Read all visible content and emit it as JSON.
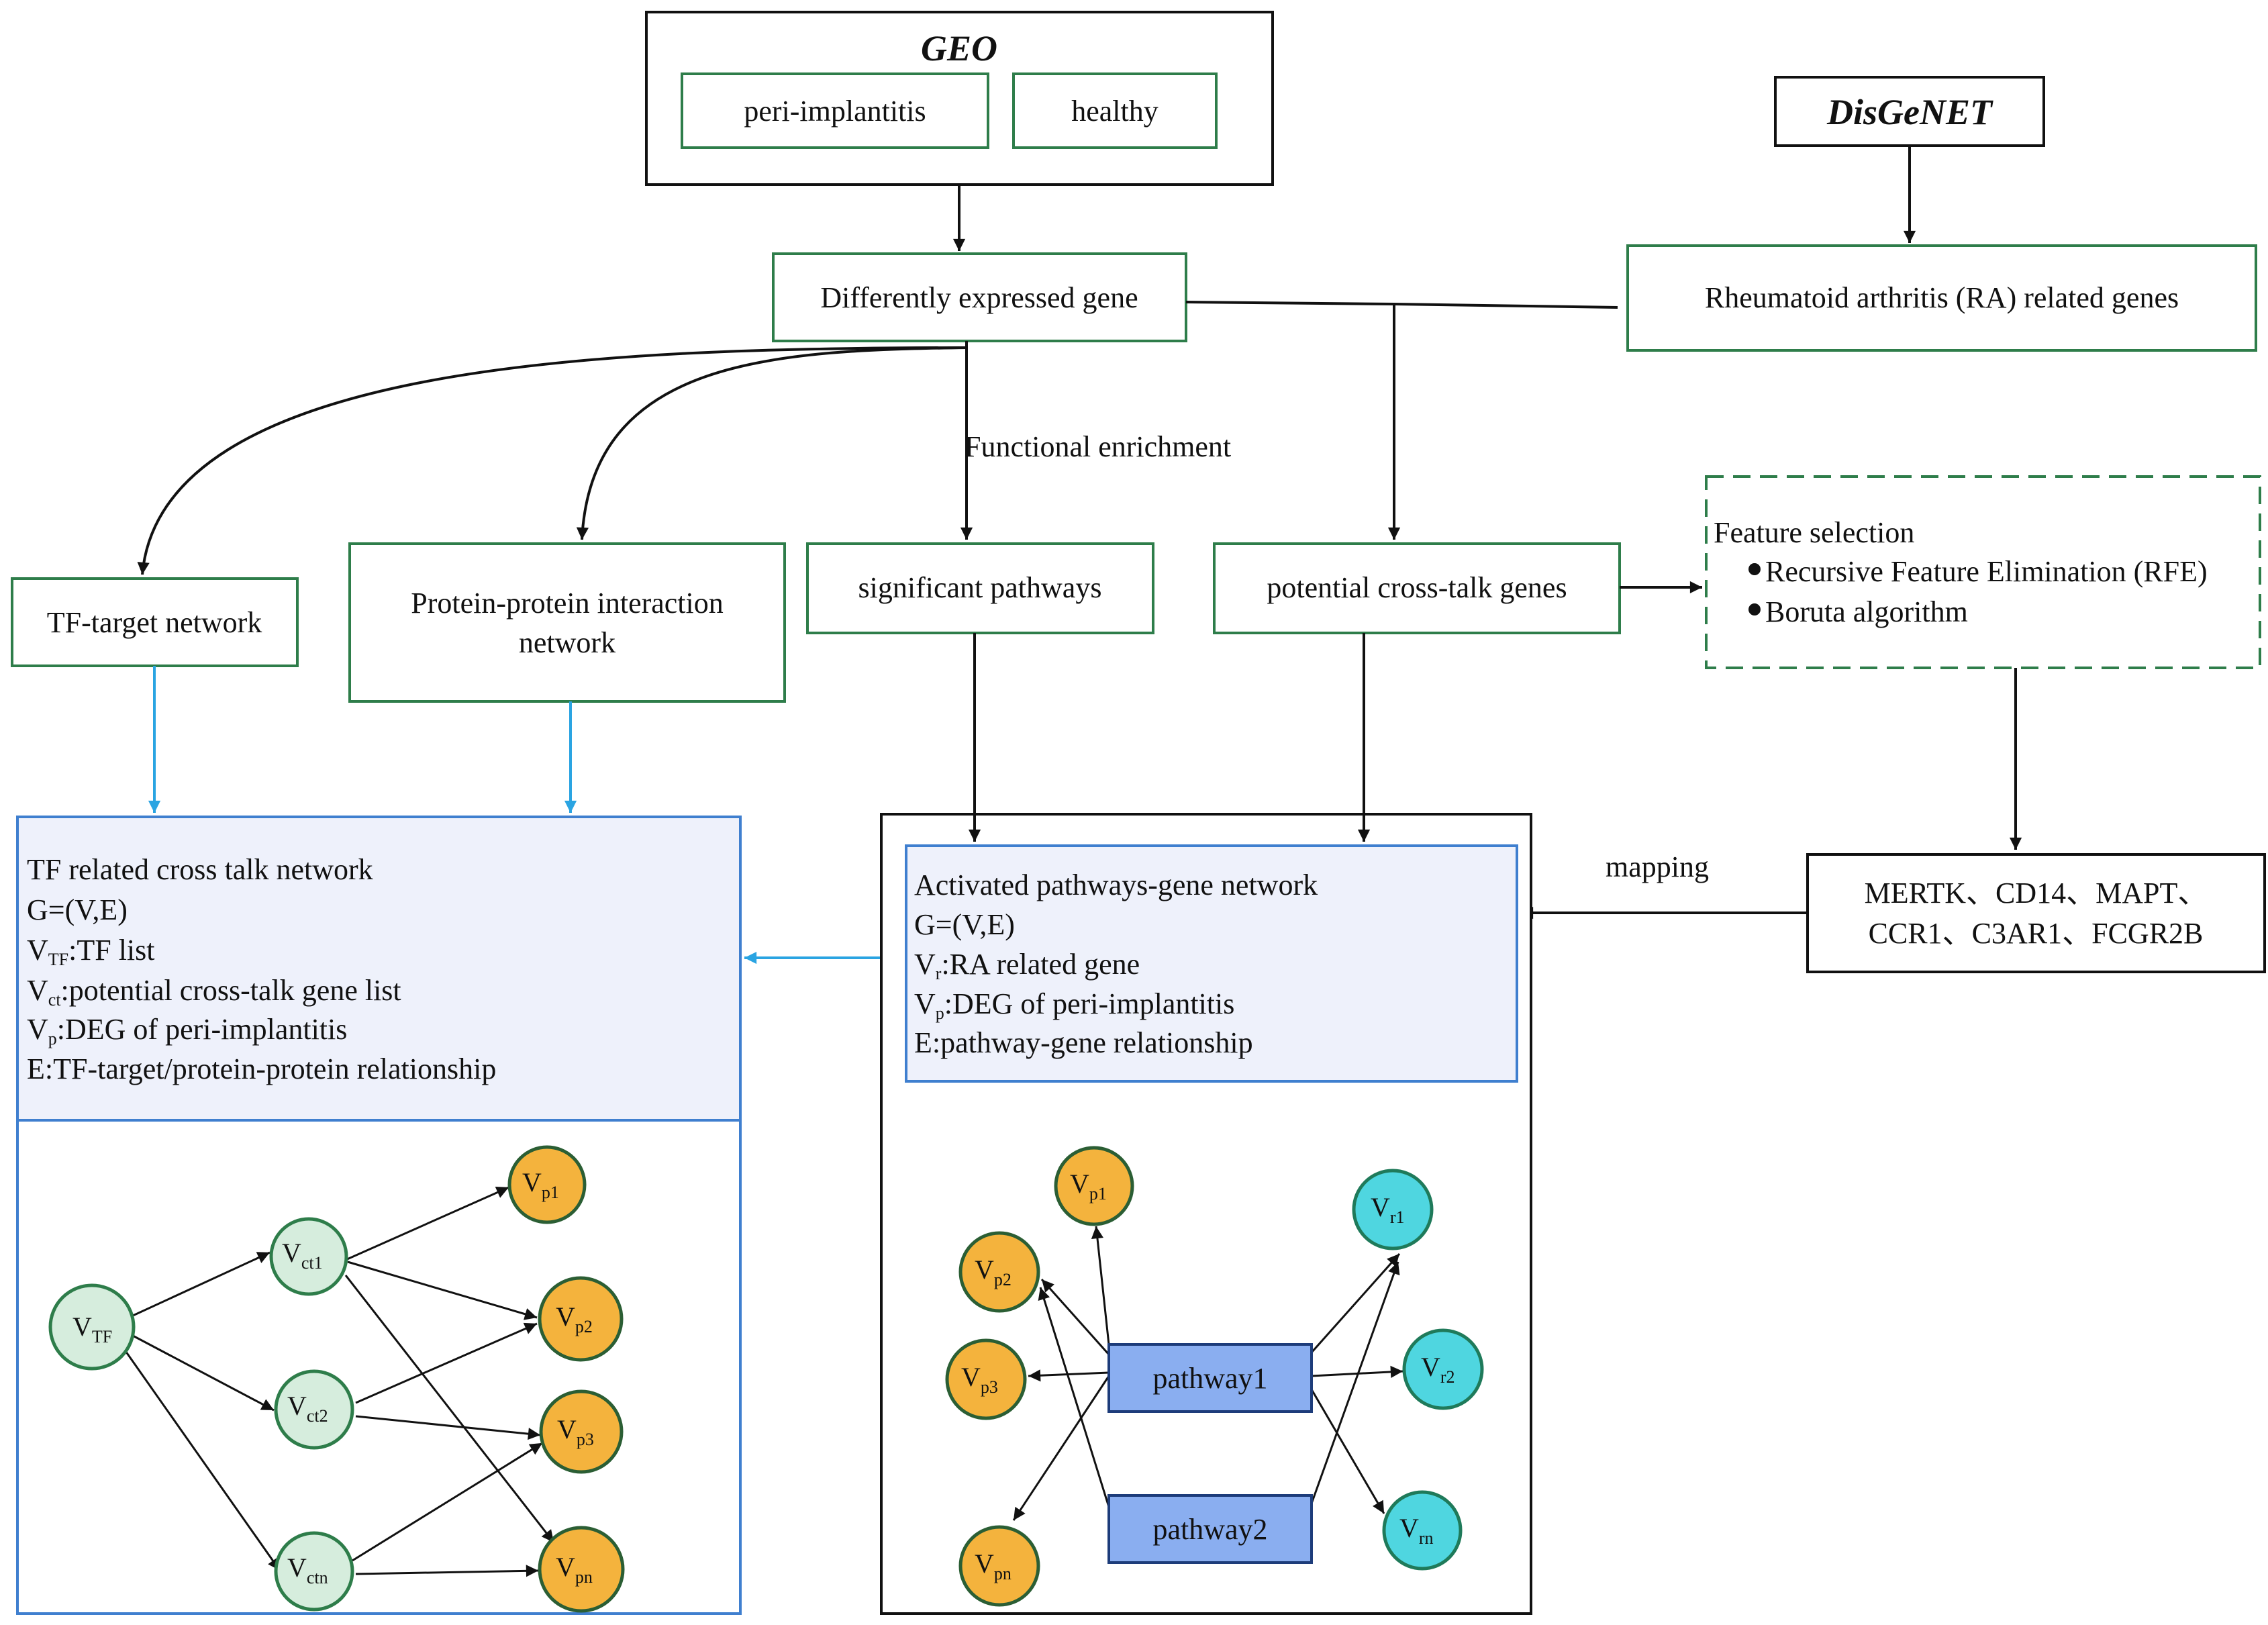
{
  "geo": {
    "title": "GEO",
    "left": "peri-implantitis",
    "right": "healthy"
  },
  "disgenet": {
    "title": "DisGeNET"
  },
  "deg": "Differently expressed gene",
  "ra_genes": "Rheumatoid arthritis (RA) related genes",
  "functional_enrichment": "Functional enrichment",
  "tf_target": "TF-target network",
  "ppi": {
    "line1": "Protein-protein interaction",
    "line2": "network"
  },
  "pathways": "significant pathways",
  "crosstalk": "potential cross-talk genes",
  "feature_selection": {
    "title": "Feature selection",
    "items": [
      "Recursive Feature Elimination (RFE)",
      "Boruta algorithm"
    ]
  },
  "mapping": "mapping",
  "genes": {
    "line1": "MERTK、CD14、MAPT、",
    "line2": "CCR1、C3AR1、FCGR2B"
  },
  "tf_network": {
    "title": "TF related cross talk network",
    "g": "G=(V,E)",
    "v_tf": {
      "main": "V",
      "sub": "TF",
      "rest": ":TF list"
    },
    "v_ct": {
      "main": "V",
      "sub": "ct",
      "rest": ":potential cross-talk gene list"
    },
    "v_p": {
      "main": "V",
      "sub": "p",
      "rest": ":DEG of peri-implantitis"
    },
    "e": "E:TF-target/protein-protein relationship"
  },
  "pathway_network": {
    "title": "Activated pathways-gene network",
    "g": "G=(V,E)",
    "v_r": {
      "main": "V",
      "sub": "r",
      "rest": ":RA related gene"
    },
    "v_p": {
      "main": "V",
      "sub": "p",
      "rest": ":DEG of peri-implantitis"
    },
    "e": "E:pathway-gene relationship"
  },
  "left_graph": {
    "vtf": {
      "main": "V",
      "sub": "TF"
    },
    "vct1": {
      "main": "V",
      "sub": "ct1"
    },
    "vct2": {
      "main": "V",
      "sub": "ct2"
    },
    "vctn": {
      "main": "V",
      "sub": "ctn"
    },
    "vp1": {
      "main": "V",
      "sub": "p1"
    },
    "vp2": {
      "main": "V",
      "sub": "p2"
    },
    "vp3": {
      "main": "V",
      "sub": "p3"
    },
    "vpn": {
      "main": "V",
      "sub": "pn"
    }
  },
  "right_graph": {
    "pathway1": "pathway1",
    "pathway2": "pathway2",
    "vp1": {
      "main": "V",
      "sub": "p1"
    },
    "vp2": {
      "main": "V",
      "sub": "p2"
    },
    "vp3": {
      "main": "V",
      "sub": "p3"
    },
    "vpn": {
      "main": "V",
      "sub": "pn"
    },
    "vr1": {
      "main": "V",
      "sub": "r1"
    },
    "vr2": {
      "main": "V",
      "sub": "r2"
    },
    "vrn": {
      "main": "V",
      "sub": "rn"
    }
  },
  "colors": {
    "box_border_green": "#2e7d4a",
    "info_fill": "#eef1fb",
    "info_border": "#3f7fcf",
    "blue_arrow": "#2aa4e2",
    "node_green": "#d6eddd",
    "node_orange": "#f4b33d",
    "node_cyan": "#4fd6e0",
    "pathway_fill": "#8aaef0"
  }
}
